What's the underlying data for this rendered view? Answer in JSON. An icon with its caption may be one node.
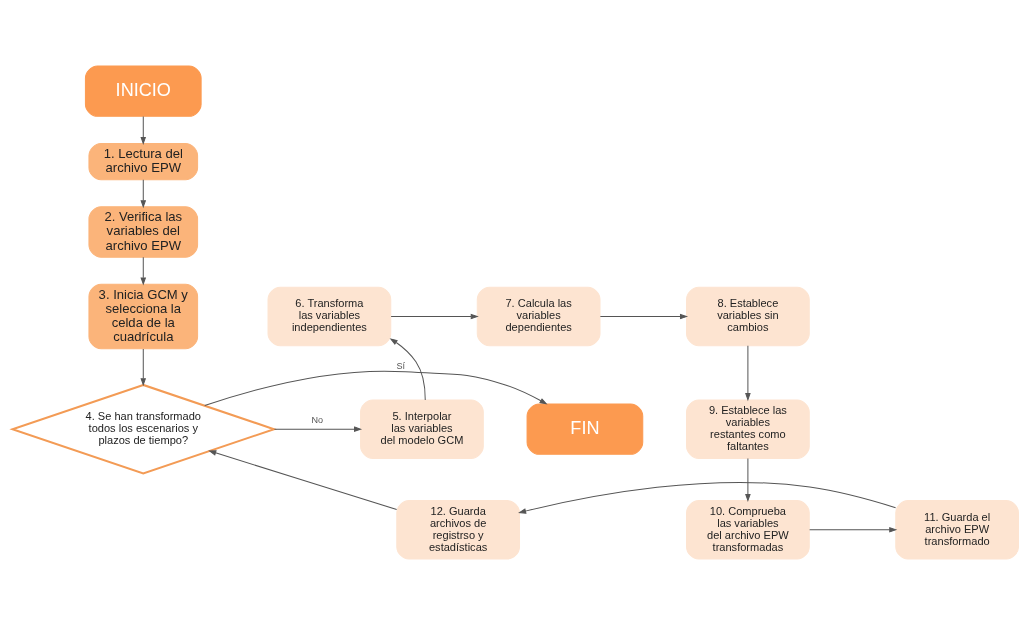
{
  "diagram": {
    "nodes": [
      {
        "text": [
          "INICIO"
        ]
      },
      {
        "text": [
          "1. Lectura del archivo EPW"
        ]
      },
      {
        "text": [
          "2. Verifica las variables del archivo EPW"
        ]
      },
      {
        "text": [
          "3. Inicia GCM y selecciona la celda de la cuadrícula"
        ]
      },
      {
        "text": [
          "4. Se han transformado todos los escenarios y plazos de tiempo?"
        ]
      },
      {
        "text": [
          "FIN"
        ]
      },
      {
        "text": [
          "5. Interpolar las variables del modelo GCM"
        ]
      },
      {
        "text": [
          "6. Transforma las variables independientes"
        ]
      },
      {
        "text": [
          "7. Calcula las variables dependientes"
        ]
      },
      {
        "text": [
          "8. Establece variables sin cambios"
        ]
      },
      {
        "text": [
          "9. Establece las variables restantes como faltantes"
        ]
      },
      {
        "text": [
          "10. Comprueba las variables del archivo EPW transformadas"
        ]
      },
      {
        "text": [
          "11. Guarda el archivo EPW transformado"
        ]
      },
      {
        "text": [
          "12. Guarda archivos de registrso y estadísticas"
        ]
      }
    ],
    "edges": [
      {
        "from": 0,
        "to": 1,
        "arrow": "to"
      },
      {
        "from": 1,
        "to": 2,
        "arrow": "to"
      },
      {
        "from": 2,
        "to": 3,
        "arrow": "to"
      },
      {
        "from": 3,
        "to": 4,
        "arrow": "to"
      },
      {
        "from": 4,
        "to": 5,
        "arrow": "to",
        "label": "Sí"
      },
      {
        "from": 4,
        "to": 6,
        "arrow": "to",
        "label": "No"
      },
      {
        "from": 6,
        "to": 7,
        "arrow": "to"
      },
      {
        "from": 7,
        "to": 8,
        "arrow": "to"
      },
      {
        "from": 8,
        "to": 9,
        "arrow": "to"
      },
      {
        "from": 9,
        "to": 10,
        "arrow": "to"
      },
      {
        "from": 10,
        "to": 11,
        "arrow": "to"
      },
      {
        "from": 11,
        "to": 12,
        "arrow": "to"
      },
      {
        "from": 12,
        "to": 13,
        "arrow": "to"
      },
      {
        "from": 13,
        "to": 4,
        "arrow": "to"
      }
    ]
  }
}
